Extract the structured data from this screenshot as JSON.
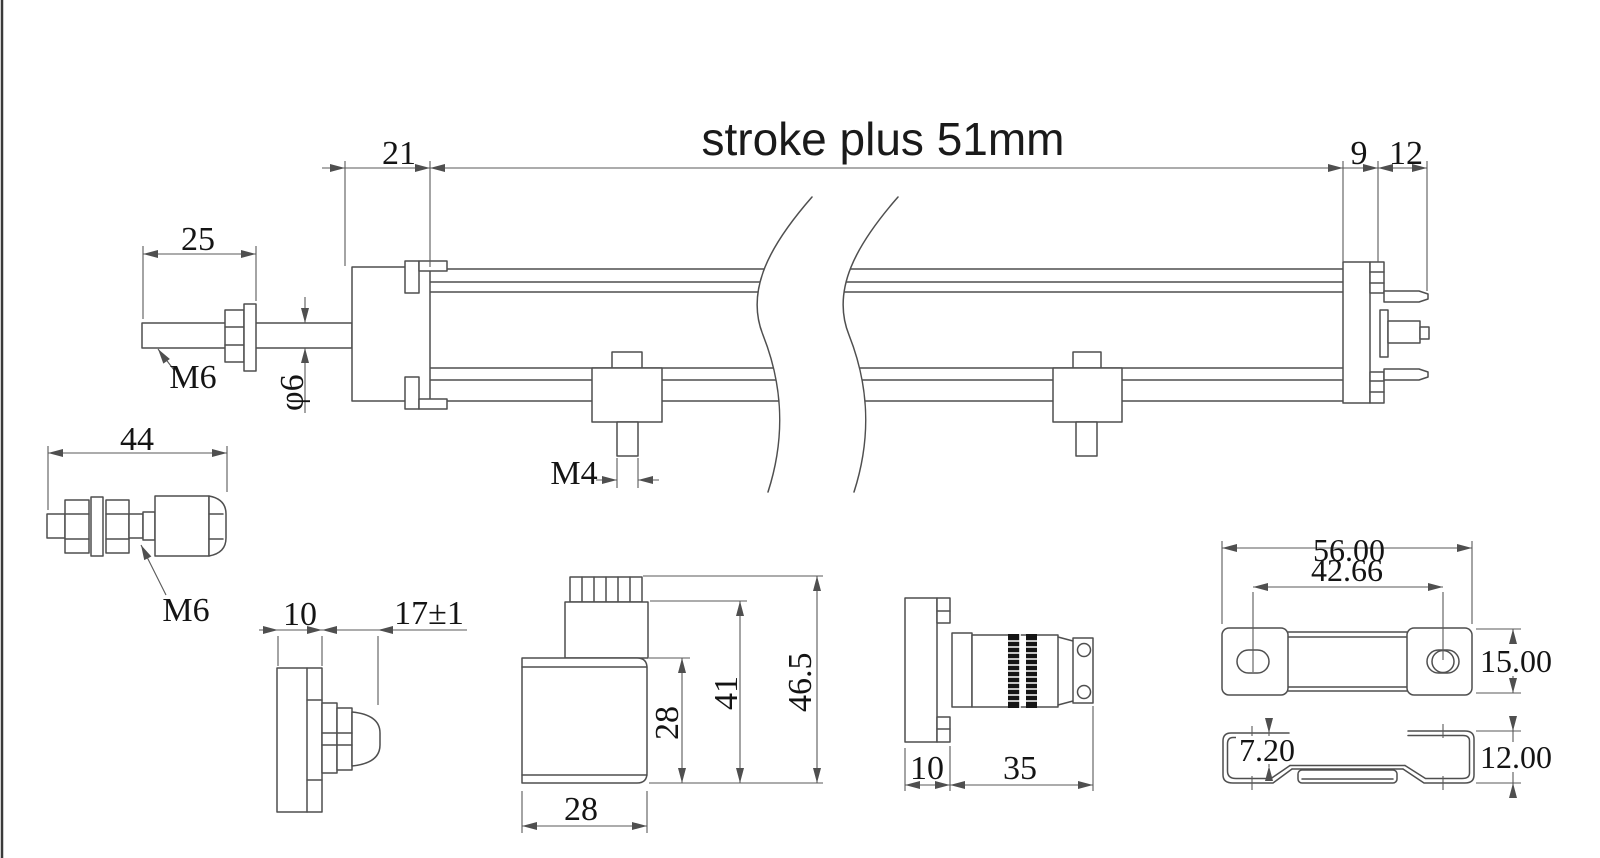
{
  "page": {
    "background": "#ffffff",
    "line_color": "#4f4f4f",
    "text_color": "#141414"
  },
  "main_view": {
    "stroke_label": "stroke plus 51mm",
    "dims": {
      "cap_front": "21",
      "cap_rear": "9",
      "pins": "12",
      "rod_exposed": "25",
      "rod_diameter": "φ6",
      "rod_thread": "M6",
      "clamp_stud_thread": "M4"
    }
  },
  "rod_end_joint": {
    "dims": {
      "length": "44",
      "thread": "M6"
    }
  },
  "plug_side_view": {
    "dims": {
      "body_depth": "10",
      "gland_length": "17±1"
    }
  },
  "plug_front_view": {
    "dims": {
      "body_width": "28",
      "body_height": "28",
      "height_to_shoulder": "41",
      "overall_height": "46.5"
    }
  },
  "round_connector_view": {
    "dims": {
      "flange_depth": "10",
      "length": "35"
    }
  },
  "bracket_top_view": {
    "dims": {
      "overall_length": "56.00",
      "hole_spacing": "42.66",
      "width": "15.00"
    }
  },
  "bracket_side_view": {
    "dims": {
      "step_height": "7.20",
      "overall_height": "12.00"
    }
  }
}
